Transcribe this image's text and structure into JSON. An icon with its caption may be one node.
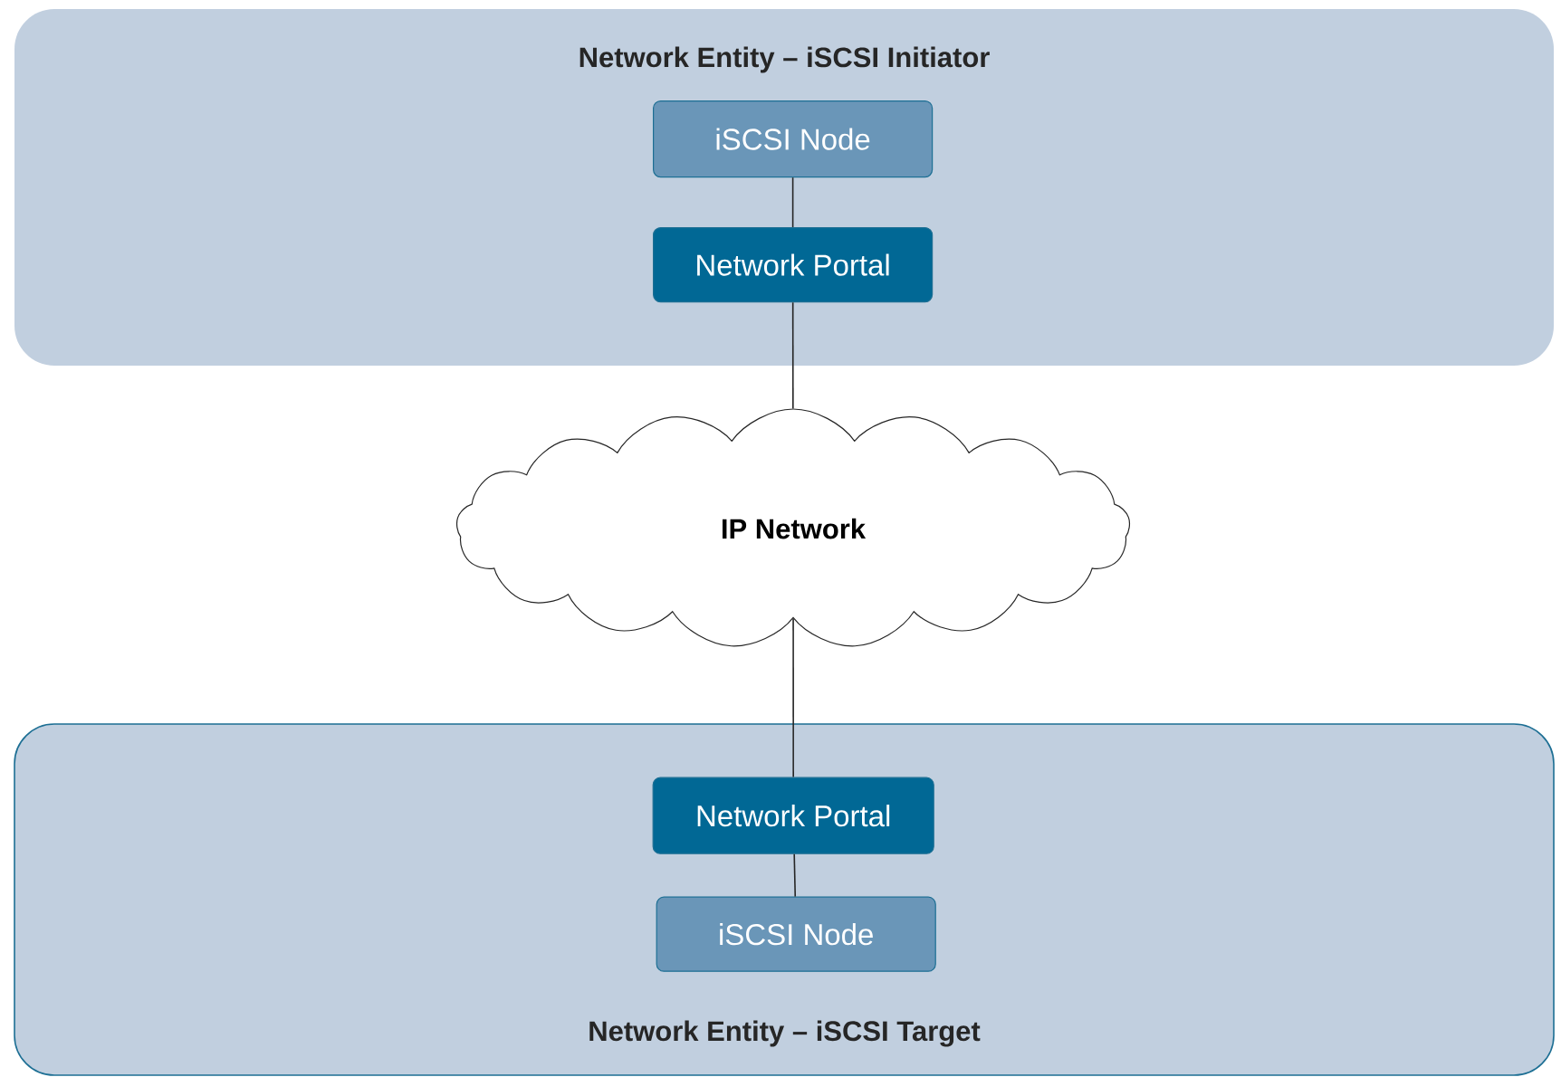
{
  "diagram": {
    "nodes": [
      {
        "text": [
          "Network Entity – iSCSI Initiator"
        ]
      },
      {
        "text": [
          "iSCSI Node"
        ],
        "in": 0
      },
      {
        "text": [
          "Network Portal"
        ],
        "in": 0
      },
      {
        "text": [
          "IP Network"
        ]
      },
      {
        "text": [
          "Network Entity – iSCSI Target"
        ]
      },
      {
        "text": [
          "Network Portal"
        ],
        "in": 4
      },
      {
        "text": [
          "iSCSI Node"
        ],
        "in": 4
      }
    ],
    "edges": [
      {
        "from": 1,
        "to": 2,
        "arrow": "none"
      },
      {
        "from": 2,
        "to": 3,
        "arrow": "none"
      },
      {
        "from": 3,
        "to": 5,
        "arrow": "none"
      },
      {
        "from": 5,
        "to": 6,
        "arrow": "none"
      }
    ]
  }
}
